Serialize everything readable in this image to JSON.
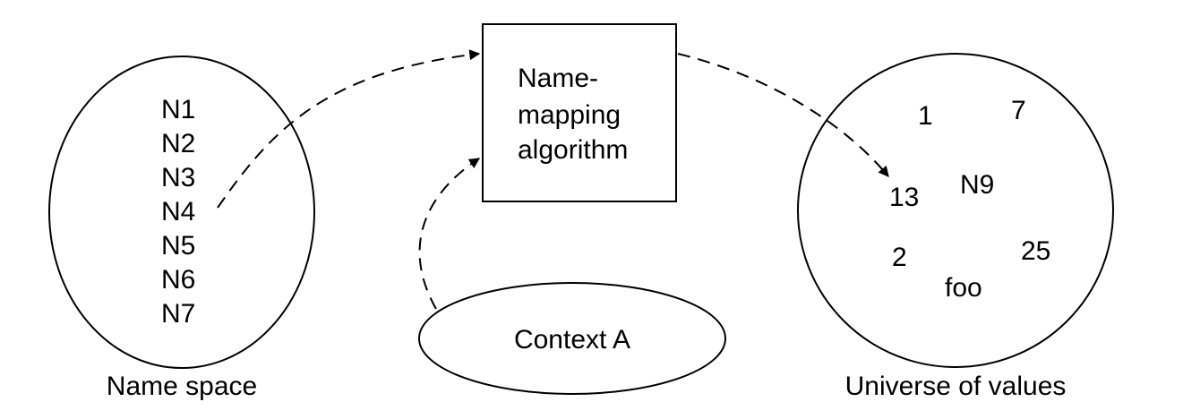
{
  "name_space": {
    "caption": "Name space",
    "names": [
      "N1",
      "N2",
      "N3",
      "N4",
      "N5",
      "N6",
      "N7"
    ]
  },
  "mapping_box": {
    "lines": [
      "Name-",
      "mapping",
      "algorithm"
    ]
  },
  "context": {
    "label": "Context A"
  },
  "universe": {
    "caption": "Universe of values",
    "values": [
      "1",
      "7",
      "13",
      "N9",
      "2",
      "25",
      "foo"
    ]
  },
  "colors": {
    "stroke": "#000000",
    "background": "#ffffff"
  }
}
